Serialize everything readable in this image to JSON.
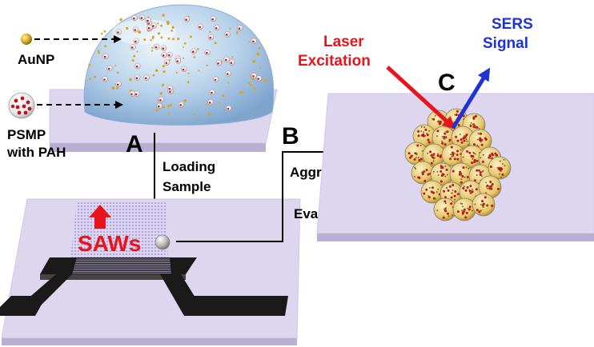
{
  "labels": {
    "aunp": "AuNP",
    "psmp_line1": "PSMP",
    "psmp_line2": "with PAH",
    "step_a": "A",
    "step_b": "B",
    "step_c": "C",
    "loading_line1": "Loading",
    "loading_line2": "Sample",
    "saws": "SAWs",
    "aggregation": "Aggregation",
    "ampersand": "&",
    "evaporation": "Evaporation",
    "laser_line1": "Laser",
    "laser_line2": "Excitation",
    "sers_line1": "SERS",
    "sers_line2": "Signal"
  },
  "colors": {
    "substrate_top": "#ddd6ee",
    "substrate_side": "#b9afd3",
    "electrode": "#1a1a1a",
    "laser": "#e8141b",
    "sers": "#1e33d6",
    "saws": "#e8141b",
    "arrow": "#000000",
    "gold": "#d9a520",
    "psmp_dot": "#c0141a"
  }
}
